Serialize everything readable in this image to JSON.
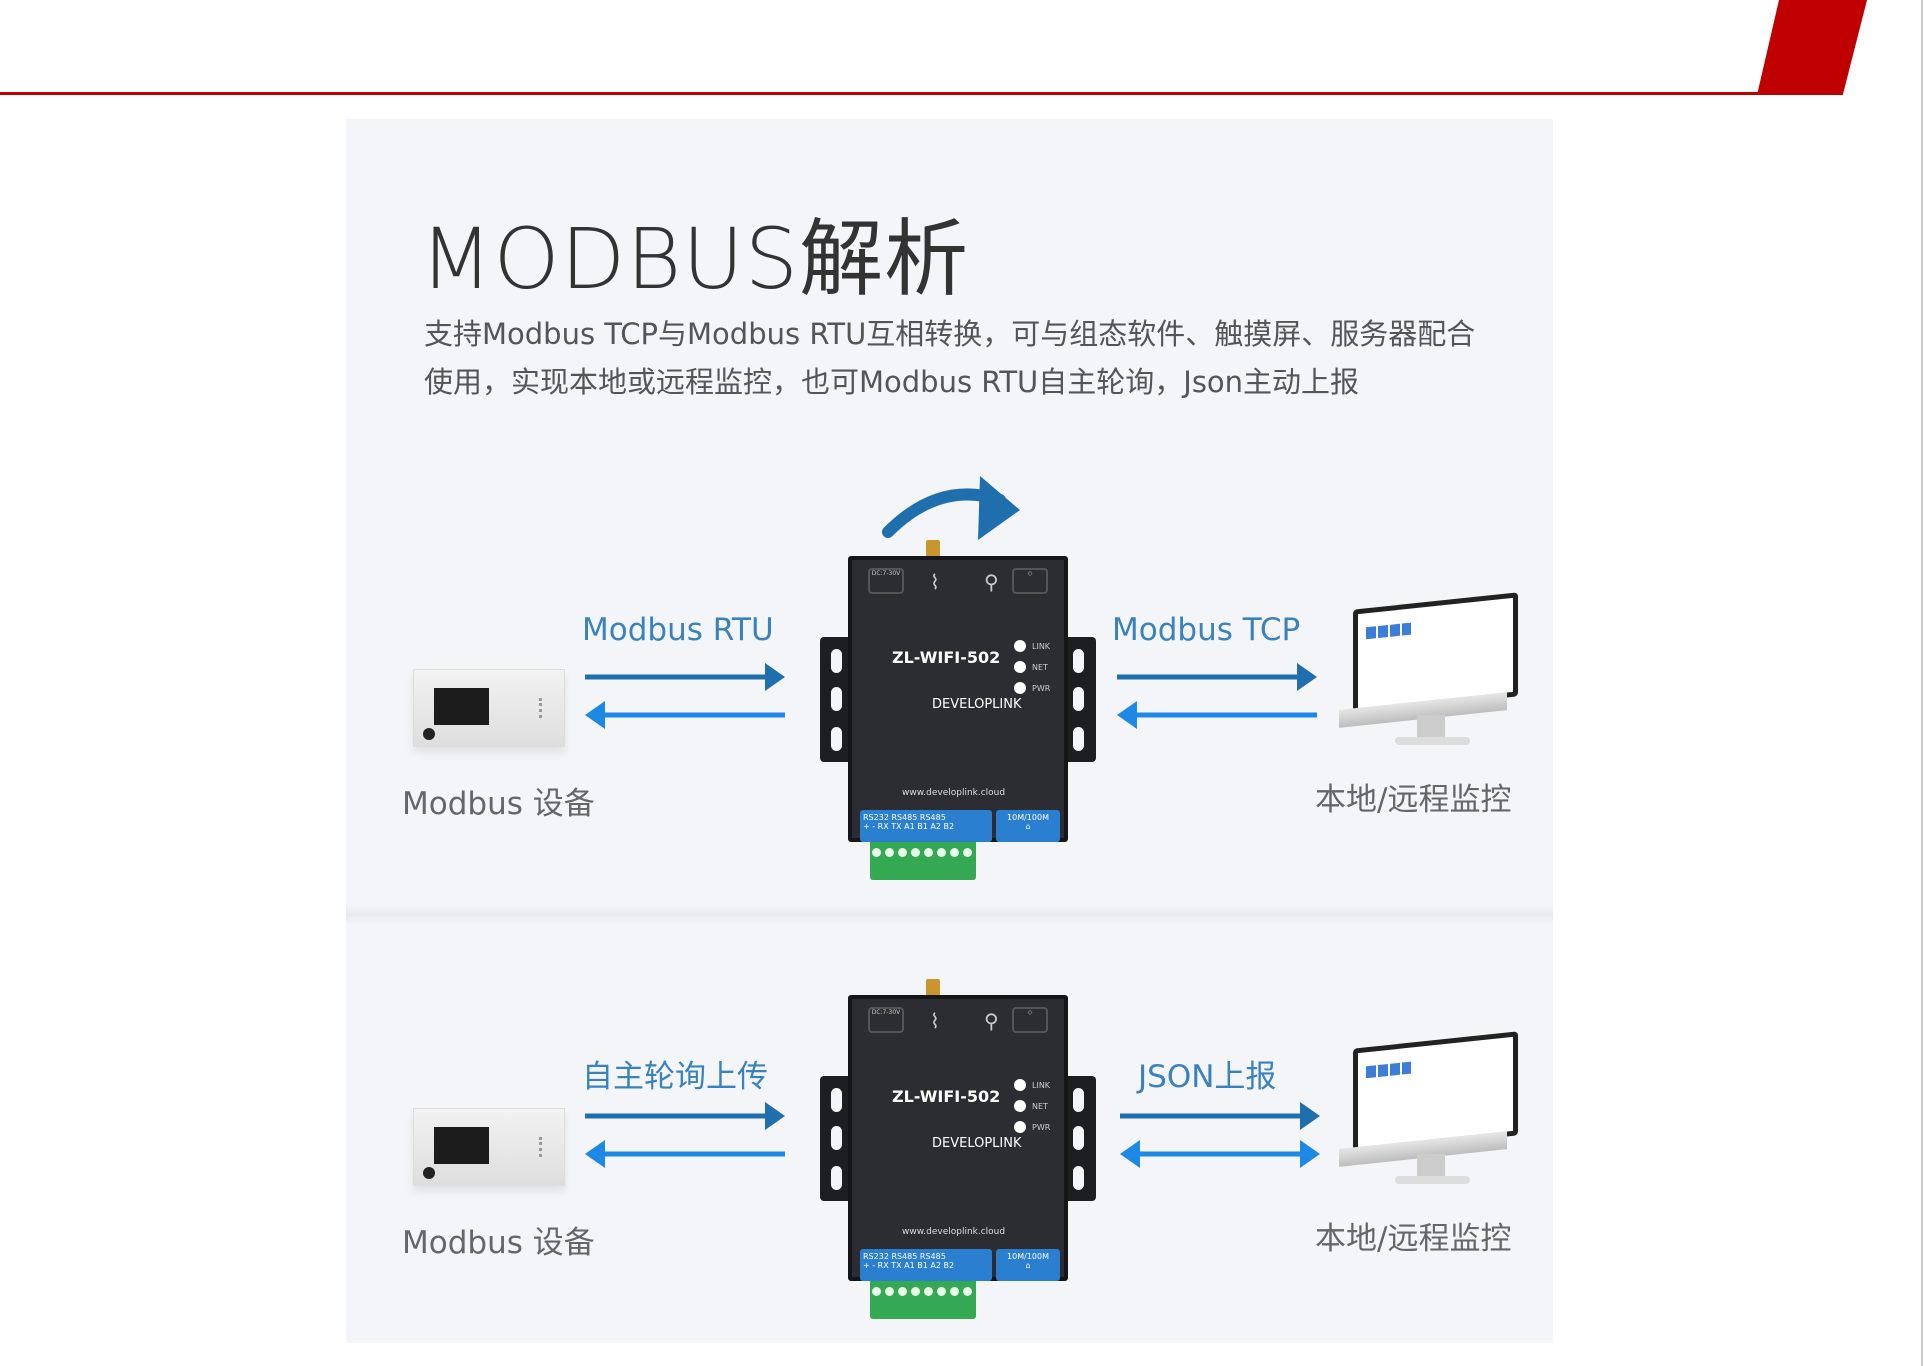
{
  "title": "MODBUS解析",
  "description": "支持Modbus TCP与Modbus RTU互相转换，可与组态软件、触摸屏、服务器配合使用，实现本地或远程监控，也可Modbus RTU自主轮询，Json主动上报",
  "colors": {
    "brand_red": "#c00000",
    "arrow_dark": "#1f6fae",
    "arrow_light": "#1e88e5",
    "label_blue": "#3a82bd"
  },
  "device": {
    "model": "ZL-WIFI-502",
    "brand": "DEVELOPLINK",
    "url": "www.developlink.cloud",
    "power": "DC:7-30V",
    "leds": [
      "LINK",
      "NET",
      "PWR"
    ],
    "ports": "RS232 RS485 RS485",
    "pins": "+ - RX TX A1 B1 A2 B2",
    "eth": "10M/100M"
  },
  "rows": [
    {
      "left_label": "Modbus RTU",
      "right_label": "Modbus TCP",
      "device_label": "Modbus 设备",
      "monitor_label": "本地/远程监控"
    },
    {
      "left_label": "自主轮询上传",
      "right_label": "JSON上报",
      "device_label": "Modbus 设备",
      "monitor_label": "本地/远程监控"
    }
  ]
}
